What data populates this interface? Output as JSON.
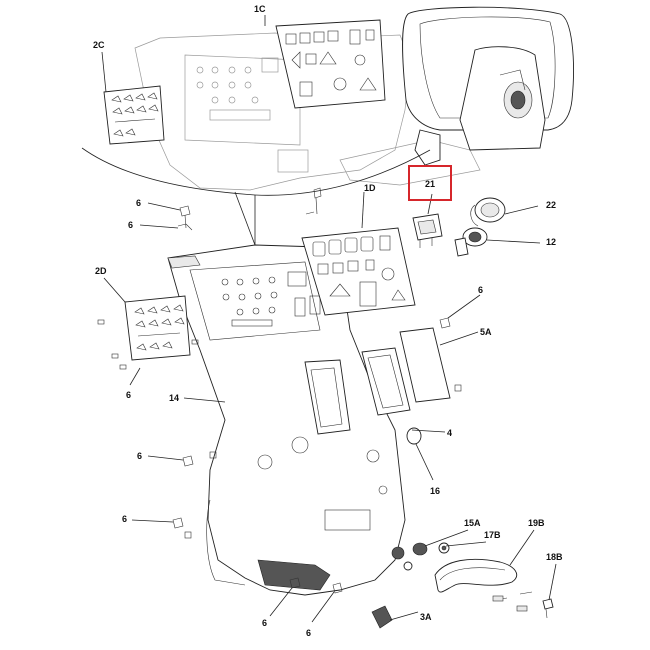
{
  "diagram": {
    "labels": {
      "l1C": "1C",
      "l2C": "2C",
      "l1D": "1D",
      "l2D": "2D",
      "l21": "21",
      "l22": "22",
      "l12": "12",
      "l6a": "6",
      "l6b": "6",
      "l6c": "6",
      "l6d": "6",
      "l6e": "6",
      "l6f": "6",
      "l6g": "6",
      "l6h": "6",
      "l5A": "5A",
      "l14": "14",
      "l4": "4",
      "l16": "16",
      "l15A": "15A",
      "l17B": "17B",
      "l19B": "19B",
      "l18B": "18B",
      "l3A": "3A"
    },
    "highlight_color": "#d6262b"
  }
}
